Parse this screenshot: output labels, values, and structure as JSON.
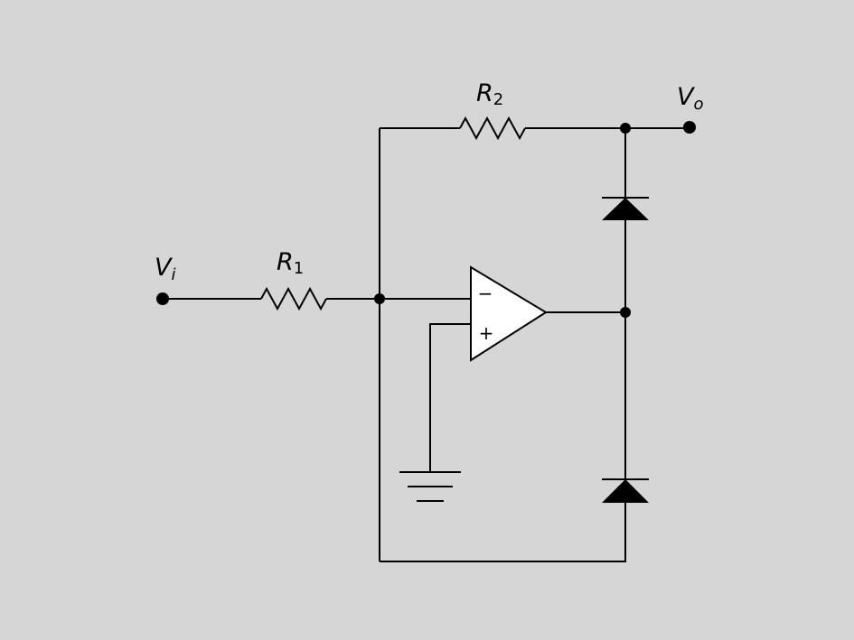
{
  "diagram": {
    "background": "#d6d6d6",
    "labels": {
      "vi": {
        "main": "V",
        "sub": "i"
      },
      "vo": {
        "main": "V",
        "sub": "o"
      },
      "r1": {
        "main": "R",
        "sub": "1"
      },
      "r2": {
        "main": "R",
        "sub": "2"
      }
    },
    "opamp": {
      "minus": "−",
      "plus": "+"
    }
  }
}
